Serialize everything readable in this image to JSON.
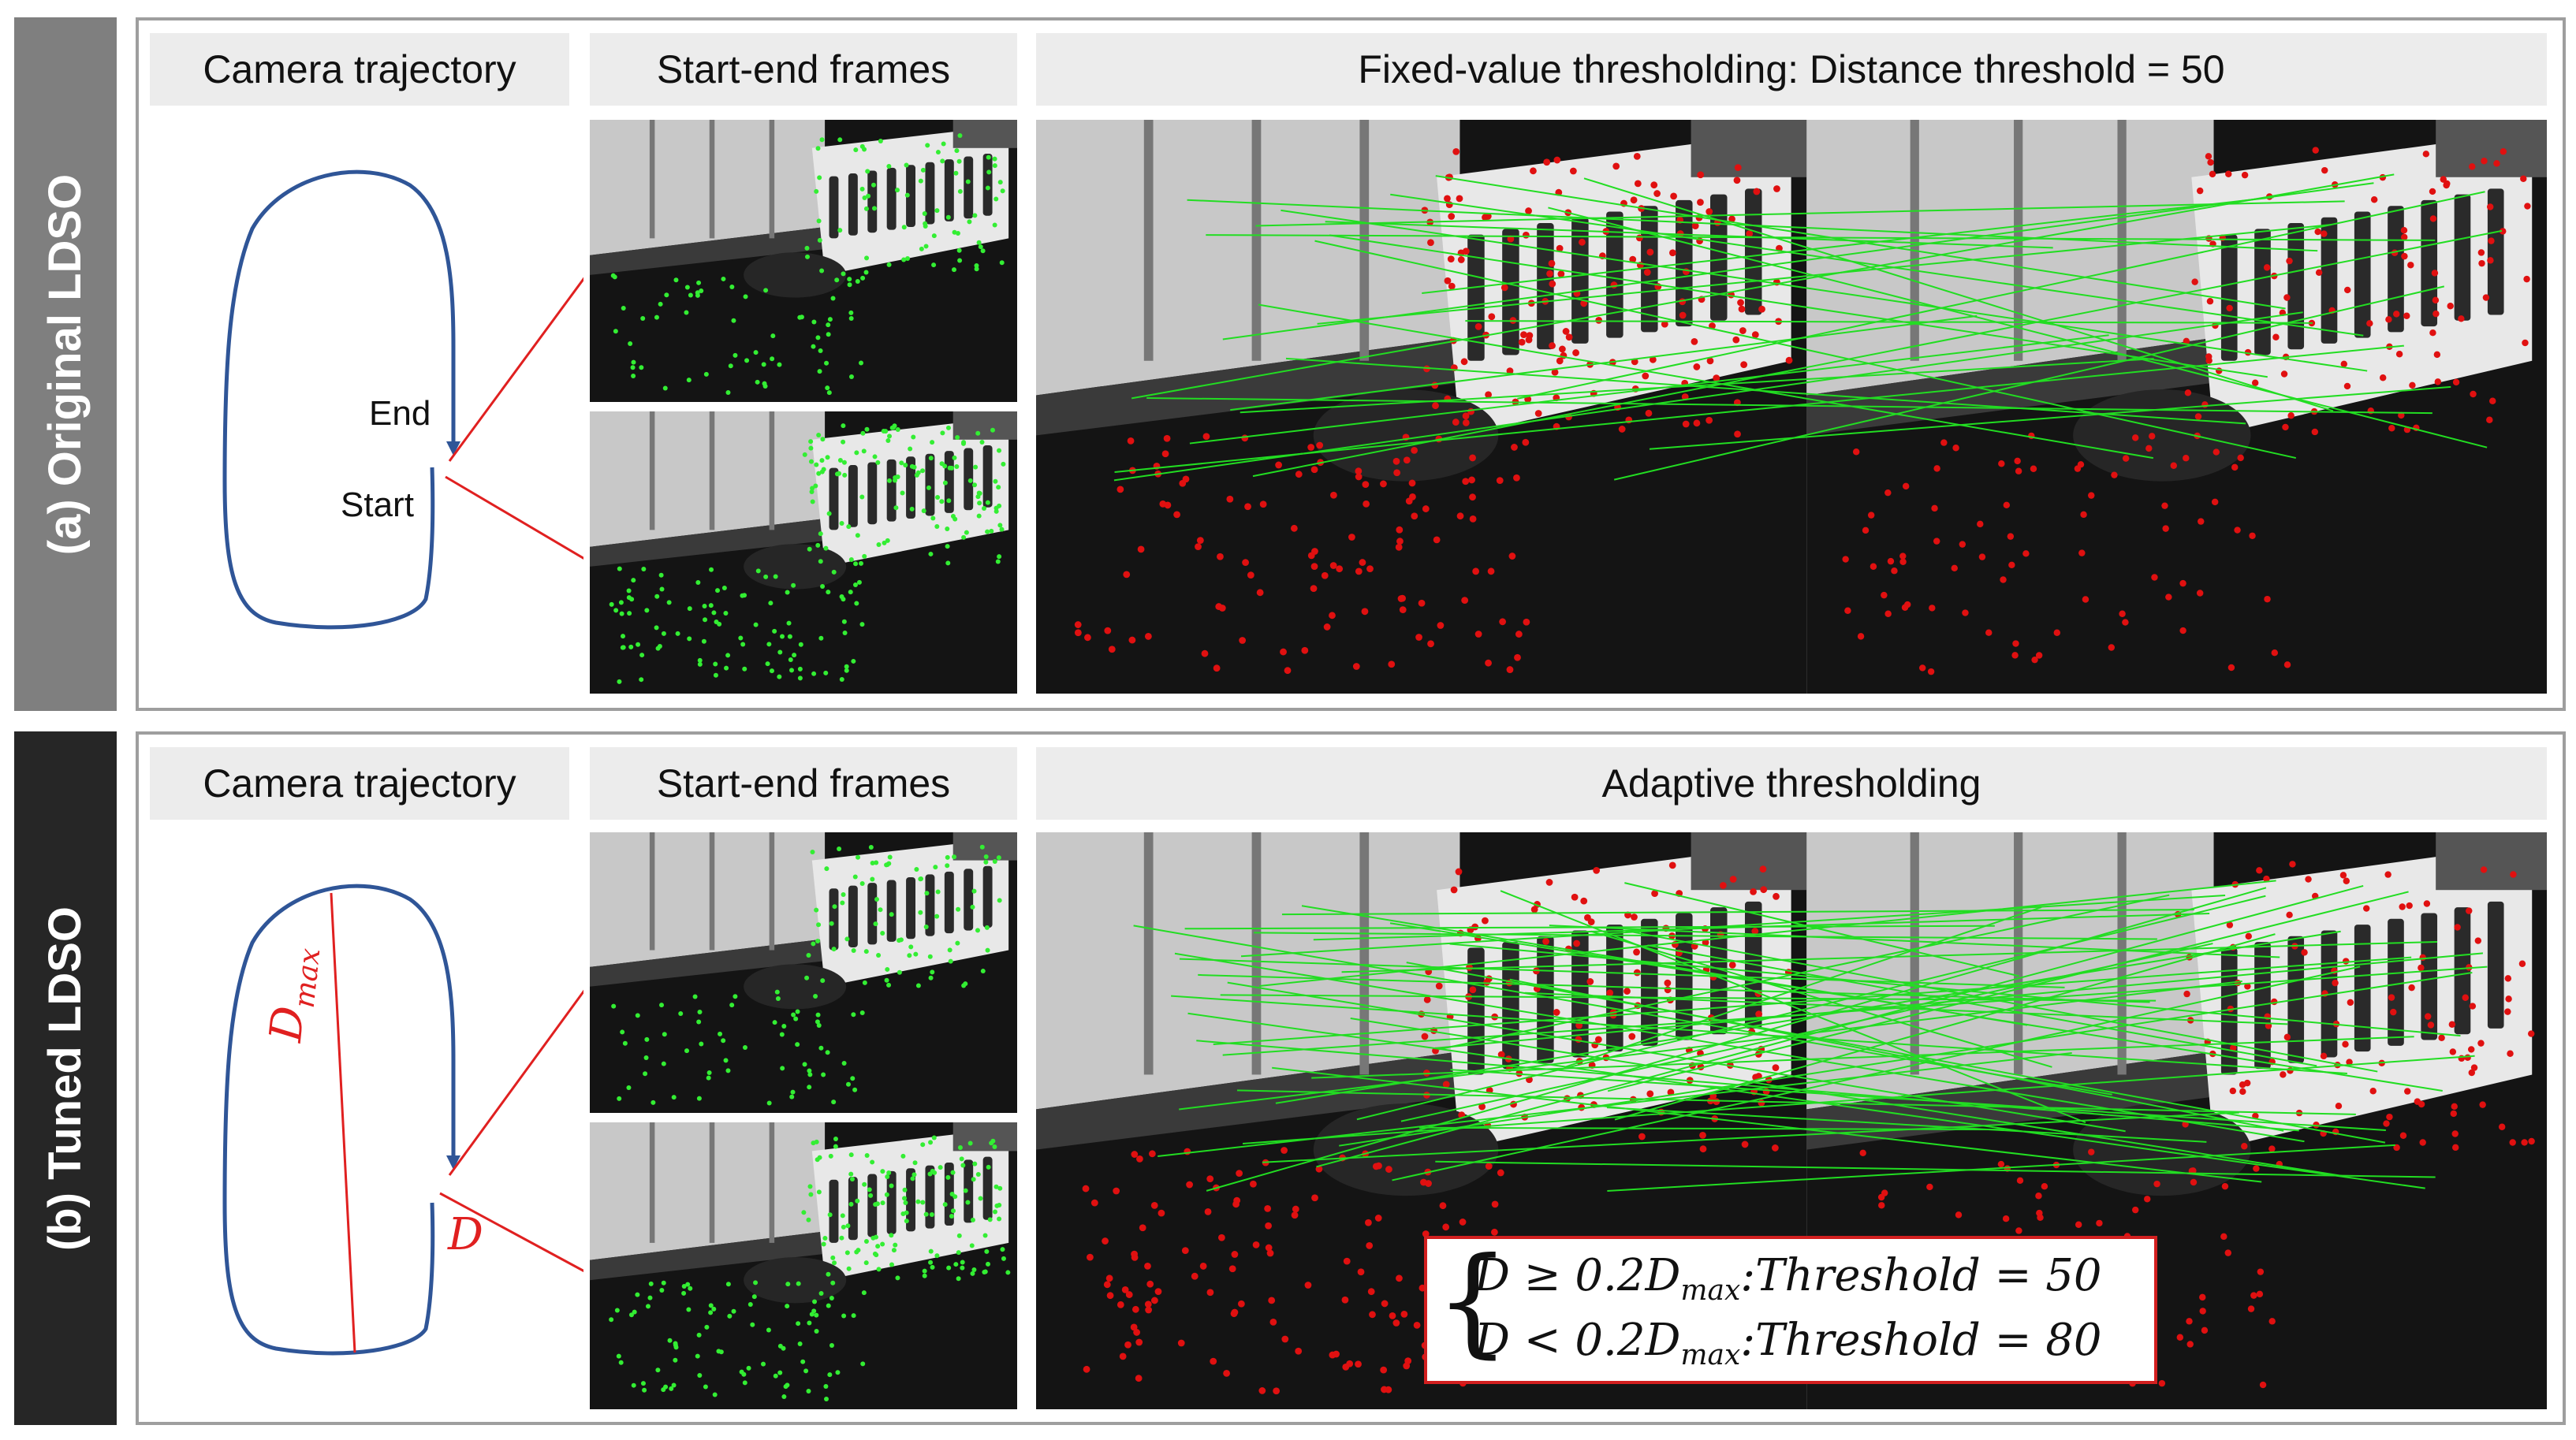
{
  "panel_a": {
    "side_label": "(a) Original LDSO",
    "side_color": "#7f7f7f",
    "header_trajectory": "Camera trajectory",
    "header_frames": "Start-end frames",
    "header_matching": "Fixed-value thresholding: Distance threshold = 50",
    "label_end": "End",
    "label_start": "Start"
  },
  "panel_b": {
    "side_label": "(b) Tuned LDSO",
    "side_color": "#262626",
    "header_trajectory": "Camera trajectory",
    "header_frames": "Start-end frames",
    "header_matching": "Adaptive thresholding",
    "label_dmax": "D",
    "label_dmax_sub": "max",
    "label_d": "D",
    "formula": {
      "row1_lhs": "D ≥ 0.2D",
      "row1_sub": "max",
      "row1_rhs": ":Threshold = 50",
      "row2_lhs": "D < 0.2D",
      "row2_sub": "max",
      "row2_rhs": ":Threshold = 80"
    }
  },
  "colors": {
    "trajectory": "#2f5597",
    "annotation": "#e02020",
    "feature_point_green": "#33ee33",
    "feature_point_red": "#e01010",
    "match_line": "#22dd22",
    "header_bg": "#ececec",
    "panel_border": "#9e9e9e"
  }
}
